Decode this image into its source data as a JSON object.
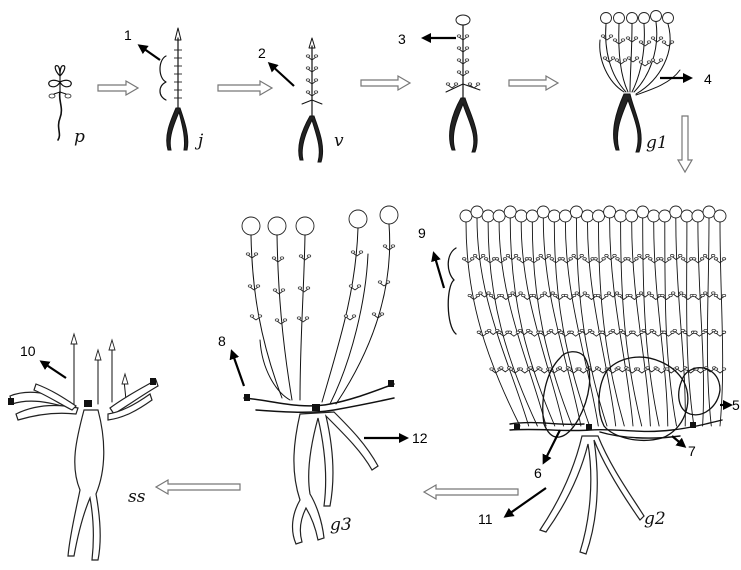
{
  "stages": [
    {
      "id": "p",
      "label": "p"
    },
    {
      "id": "j",
      "label": "j"
    },
    {
      "id": "v",
      "label": "v"
    },
    {
      "id": "g1",
      "label": "g1"
    },
    {
      "id": "g2",
      "label": "g2"
    },
    {
      "id": "g3",
      "label": "g3"
    },
    {
      "id": "ss",
      "label": "ss"
    }
  ],
  "callouts": [
    "1",
    "2",
    "3",
    "4",
    "5",
    "6",
    "7",
    "8",
    "9",
    "10",
    "11",
    "12"
  ],
  "colors": {
    "ink": "#111111",
    "arrow_outline": "#777777",
    "background": "#ffffff"
  }
}
